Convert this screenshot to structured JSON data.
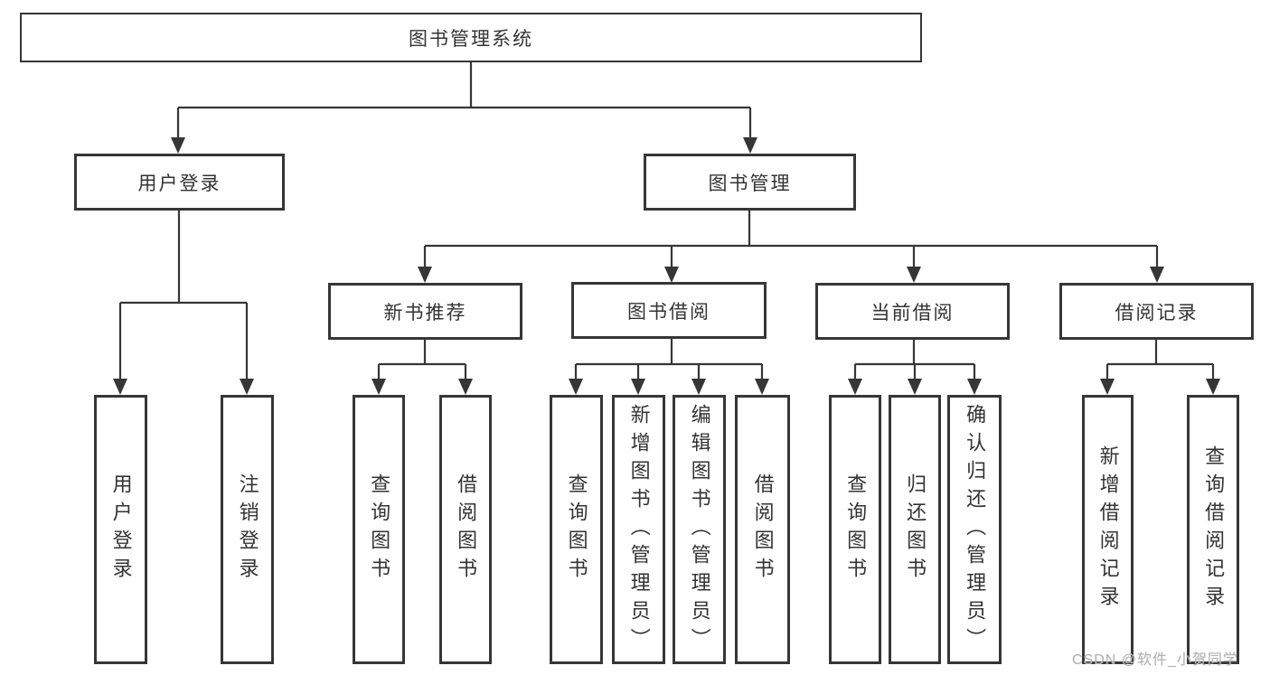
{
  "diagram": {
    "root": {
      "label": "图书管理系统"
    },
    "level2": {
      "user_login": {
        "label": "用户登录"
      },
      "book_mgmt": {
        "label": "图书管理"
      }
    },
    "level3": {
      "new_books": {
        "label": "新书推荐"
      },
      "book_borrow": {
        "label": "图书借阅"
      },
      "current_borrow": {
        "label": "当前借阅"
      },
      "borrow_records": {
        "label": "借阅记录"
      }
    },
    "leaves": {
      "user_login": [
        "用户登录",
        "注销登录"
      ],
      "new_books": [
        "查询图书",
        "借阅图书"
      ],
      "book_borrow": [
        "查询图书",
        "新增图书（管理员）",
        "编辑图书（管理员）",
        "借阅图书"
      ],
      "current_borrow": [
        "查询图书",
        "归还图书",
        "确认归还（管理员）"
      ],
      "borrow_records": [
        "新增借阅记录",
        "查询借阅记录"
      ]
    }
  },
  "watermark": "CSDN @软件_小贺同学",
  "colors": {
    "line": "#363636",
    "text": "#333333",
    "box_background": "#ffffff",
    "watermark": "#b3b3b3",
    "background": "#ffffff"
  }
}
